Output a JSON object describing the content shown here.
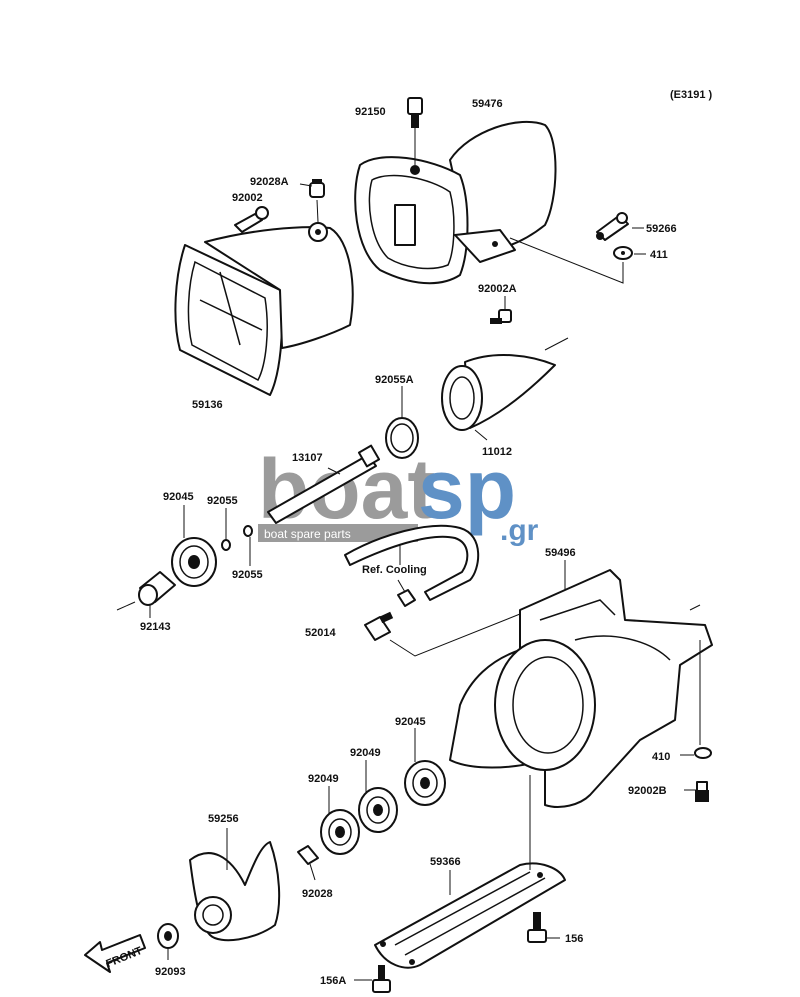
{
  "diagram_code": "(E3191 )",
  "watermark": {
    "brand_grey": "boat",
    "brand_blue": "sp",
    "suffix": ".gr",
    "tagline": "boat spare parts",
    "grey_color": "#7a7a7a",
    "blue_color": "#2a6db3"
  },
  "labels": {
    "p92150": "92150",
    "p59476": "59476",
    "p92028A": "92028A",
    "p92002": "92002",
    "p59266": "59266",
    "p411": "411",
    "p92002A": "92002A",
    "p59136": "59136",
    "p92055A": "92055A",
    "p11012": "11012",
    "p13107": "13107",
    "p92045a": "92045",
    "p92055a": "92055",
    "p92055b": "92055",
    "p92143": "92143",
    "ref_cooling": "Ref. Cooling",
    "p59496": "59496",
    "p52014": "52014",
    "p92045b": "92045",
    "p92049a": "92049",
    "p92049b": "92049",
    "p410": "410",
    "p92002B": "92002B",
    "p59256": "59256",
    "p59366": "59366",
    "p92028": "92028",
    "p156": "156",
    "p156A": "156A",
    "p92093": "92093",
    "front_arrow": "FRONT"
  }
}
